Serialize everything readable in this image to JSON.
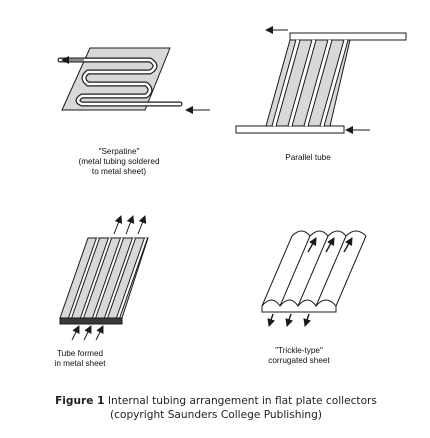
{
  "panels": [
    {
      "key": "serpentine",
      "label": "\"Serpatine\"\n(metal tubing soldered\nto metal sheet)"
    },
    {
      "key": "parallel",
      "label": "Parallel tube"
    },
    {
      "key": "tube_formed",
      "label": "Tube formed\nin metal sheet"
    },
    {
      "key": "trickle",
      "label": "\"Trickle-type\"\ncorrugated sheet"
    }
  ],
  "caption": {
    "figure_number": "Figure 1",
    "line1": "Internal tubing arrangement in flat plate collectors",
    "line2": "(copyright Saunders College Publishing)"
  },
  "colors": {
    "ink": "#1a1a1a",
    "sheet_fill": "#d8d8d8",
    "tube_fill": "#ffffff",
    "dark_fill": "#3a3a3a"
  }
}
